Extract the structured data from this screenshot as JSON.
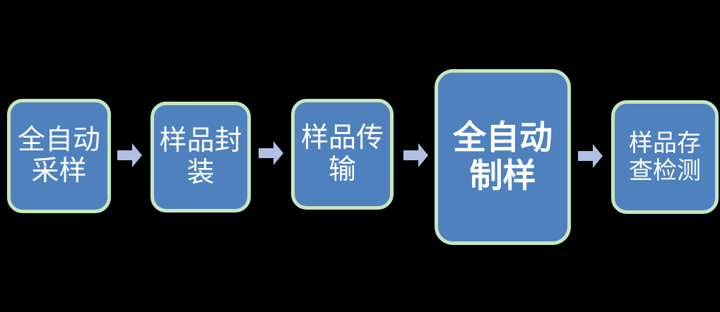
{
  "background_color": "#000000",
  "flow": {
    "type": "process-flow",
    "direction": "left-to-right",
    "box_fill": "#4E81BD",
    "box_border": "#C8E6BE",
    "arrow_color": "#AFC0E3",
    "text_color": "#FFFFFF",
    "arrow_icon": "right-block-arrow",
    "steps": [
      {
        "label": "全自动采样",
        "lines": [
          "全自动",
          "采样"
        ],
        "emphasis": false
      },
      {
        "label": "样品封装",
        "lines": [
          "样品封",
          "装"
        ],
        "emphasis": false
      },
      {
        "label": "样品传输",
        "lines": [
          "样品传",
          "输"
        ],
        "emphasis": false
      },
      {
        "label": "全自动制样",
        "lines": [
          "全自动",
          "制样"
        ],
        "emphasis": true
      },
      {
        "label": "样品存查检测",
        "lines": [
          "样品存",
          "查检测"
        ],
        "emphasis": false
      }
    ]
  }
}
